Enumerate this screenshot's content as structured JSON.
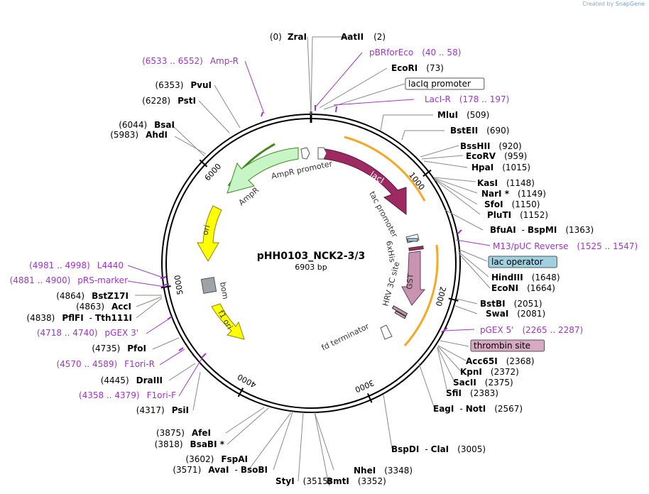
{
  "branding": {
    "created_by": "Created by",
    "app": "SnapGene"
  },
  "map": {
    "name": "pHH0103_NCK2-3/3",
    "length_text": "6903 bp",
    "total_bp": 6903,
    "scale_ticks": [
      "1000",
      "2000",
      "3000",
      "4000",
      "5000",
      "6000"
    ]
  },
  "colors": {
    "backbone": "#000000",
    "primer": "#a233c9",
    "primer_text": "#a233c9",
    "enzyme_line": "#8a8a8a",
    "lacI": "#9e2a64",
    "AmpR": "#c7f5c6",
    "ori": "#ffff00",
    "f1_ori": "#ffff00",
    "GST": "#c994b2",
    "bom": "#9ea3a7",
    "cds_arc": "#f7a823",
    "amp_arc": "#3f8a1f",
    "lac_operator_box": "#9fd0e0",
    "thrombin_box": "#d8a9c2"
  },
  "top_labels": [
    {
      "pos": "(0)",
      "enzyme": "ZraI"
    },
    {
      "enzyme": "AatII",
      "pos": "(2)"
    }
  ],
  "right_labels": [
    {
      "type": "primer",
      "name": "pBRforEco",
      "range": "(40 .. 58)"
    },
    {
      "type": "enzyme",
      "name": "EcoRI",
      "pos": "(73)"
    },
    {
      "type": "boxed",
      "name": "lacIq promoter"
    },
    {
      "type": "primer",
      "name": "LacI-R",
      "range": "(178 .. 197)"
    },
    {
      "type": "enzyme",
      "name": "MluI",
      "pos": "(509)"
    },
    {
      "type": "enzyme",
      "name": "BstEII",
      "pos": "(690)"
    },
    {
      "type": "enzyme",
      "name": "BssHII",
      "pos": "(920)"
    },
    {
      "type": "enzyme",
      "name": "EcoRV",
      "pos": "(959)"
    },
    {
      "type": "enzyme",
      "name": "HpaI",
      "pos": "(1015)"
    },
    {
      "type": "enzyme",
      "name": "KasI",
      "pos": "(1148)"
    },
    {
      "type": "enzyme",
      "name": "NarI *",
      "pos": "(1149)"
    },
    {
      "type": "enzyme",
      "name": "SfoI",
      "pos": "(1150)"
    },
    {
      "type": "enzyme",
      "name": "PluTI",
      "pos": "(1152)"
    },
    {
      "type": "enzyme2",
      "name": "BfuAI",
      "name2": "BspMI",
      "pos": "(1363)"
    },
    {
      "type": "primer",
      "name": "M13/pUC Reverse",
      "range": "(1525 .. 1547)"
    },
    {
      "type": "boxed",
      "name": "lac operator"
    },
    {
      "type": "enzyme",
      "name": "HindIII",
      "pos": "(1648)"
    },
    {
      "type": "enzyme",
      "name": "EcoNI",
      "pos": "(1664)"
    },
    {
      "type": "enzyme",
      "name": "BstBI",
      "pos": "(2051)"
    },
    {
      "type": "enzyme",
      "name": "SwaI",
      "pos": "(2081)"
    },
    {
      "type": "primer",
      "name": "pGEX 5'",
      "range": "(2265 .. 2287)"
    },
    {
      "type": "boxed",
      "name": "thrombin site"
    },
    {
      "type": "enzyme",
      "name": "Acc65I",
      "pos": "(2368)"
    },
    {
      "type": "enzyme",
      "name": "KpnI",
      "pos": "(2372)"
    },
    {
      "type": "enzyme",
      "name": "SacII",
      "pos": "(2375)"
    },
    {
      "type": "enzyme",
      "name": "SfiI",
      "pos": "(2383)"
    },
    {
      "type": "enzyme2",
      "name": "EagI",
      "name2": "NotI",
      "pos": "(2567)"
    },
    {
      "type": "enzyme2",
      "name": "BspDI",
      "name2": "ClaI",
      "pos": "(3005)"
    },
    {
      "type": "enzyme",
      "name": "NheI",
      "pos": "(3348)"
    }
  ],
  "bottom_labels": [
    {
      "type": "enzyme",
      "name": "BmtI",
      "pos": "(3352)"
    },
    {
      "type": "enzyme",
      "name": "StyI",
      "pos": "(3515)"
    }
  ],
  "left_labels": [
    {
      "type": "primer",
      "range": "(6533 .. 6552)",
      "name": "Amp-R"
    },
    {
      "type": "enzyme",
      "pos": "(6353)",
      "name": "PvuI"
    },
    {
      "type": "enzyme",
      "pos": "(6228)",
      "name": "PstI"
    },
    {
      "type": "enzyme",
      "pos": "(6044)",
      "name": "BsaI"
    },
    {
      "type": "enzyme",
      "pos": "(5983)",
      "name": "AhdI"
    },
    {
      "type": "primer",
      "range": "(4981 .. 4998)",
      "name": "L4440"
    },
    {
      "type": "primer",
      "range": "(4881 .. 4900)",
      "name": "pRS-marker"
    },
    {
      "type": "enzyme",
      "pos": "(4864)",
      "name": "BstZ17I"
    },
    {
      "type": "enzyme",
      "pos": "(4863)",
      "name": "AccI"
    },
    {
      "type": "enzyme2",
      "pos": "(4838)",
      "name": "PflFI",
      "name2": "Tth111I"
    },
    {
      "type": "primer",
      "range": "(4718 .. 4740)",
      "name": "pGEX 3'"
    },
    {
      "type": "enzyme",
      "pos": "(4735)",
      "name": "PfoI"
    },
    {
      "type": "primer",
      "range": "(4570 .. 4589)",
      "name": "F1ori-R"
    },
    {
      "type": "enzyme",
      "pos": "(4445)",
      "name": "DraIII"
    },
    {
      "type": "primer",
      "range": "(4358 .. 4379)",
      "name": "F1ori-F"
    },
    {
      "type": "enzyme",
      "pos": "(4317)",
      "name": "PsiI"
    },
    {
      "type": "enzyme",
      "pos": "(3875)",
      "name": "AfeI"
    },
    {
      "type": "enzyme",
      "pos": "(3818)",
      "name": "BsaBI *"
    },
    {
      "type": "enzyme",
      "pos": "(3602)",
      "name": "FspAI"
    },
    {
      "type": "enzyme2",
      "pos": "(3571)",
      "name": "AvaI",
      "name2": "BsoBI"
    }
  ],
  "features": {
    "lacI": "lacI",
    "AmpR": "AmpR",
    "AmpR_promoter": "AmpR promoter",
    "ori": "ori",
    "bom": "bom",
    "f1_ori": "f1 ori",
    "tac_promoter": "tac promoter",
    "his_tag": "6xHis",
    "GST": "GST",
    "hrv_site": "HRV 3C site",
    "fd_terminator": "fd terminator"
  }
}
